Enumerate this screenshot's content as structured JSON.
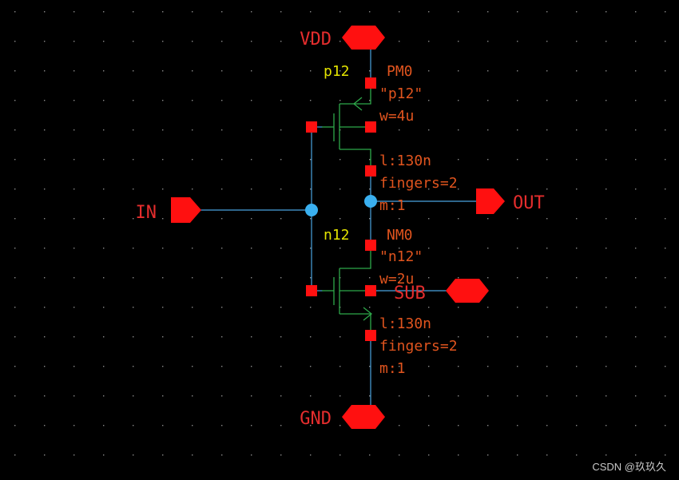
{
  "colors": {
    "background": "#000000",
    "wire": "#4aa3e0",
    "transistor": "#2ea84a",
    "pin": "#ff1010",
    "pin_text": "#e52d2d",
    "device_text": "#e0541e",
    "model_text": "#e3e300",
    "junction": "#3ab0f0",
    "grid_dot": "#8a8a8a"
  },
  "pins": {
    "vdd": "VDD",
    "gnd": "GND",
    "in": "IN",
    "out": "OUT",
    "sub": "SUB"
  },
  "pmos": {
    "model": "p12",
    "instance": "PM0",
    "cell": "\"p12\"",
    "w": "w=4u",
    "l": "l:130n",
    "fingers": "fingers=2",
    "m": "m:1"
  },
  "nmos": {
    "model": "n12",
    "instance": "NM0",
    "cell": "\"n12\"",
    "w": "w=2u",
    "l": "l:130n",
    "fingers": "fingers=2",
    "m": "m:1"
  },
  "watermark": "CSDN @玖玖久"
}
